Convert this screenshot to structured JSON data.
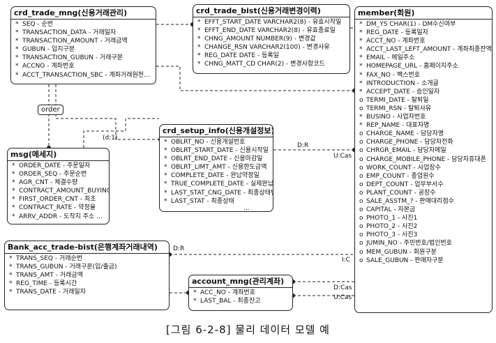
{
  "entities": {
    "crd_trade_mng": {
      "title": "crd_trade_mng(신용거래관리)",
      "attributes": [
        {
          "mark": "*",
          "text": "SEQ - 순번"
        },
        {
          "mark": "*",
          "text": "TRANSACTION_DATA - 거래일자"
        },
        {
          "mark": "*",
          "text": "TRANSACTION_AMOUNT - 거래금액"
        },
        {
          "mark": "*",
          "text": "GUBUN - 입지구분"
        },
        {
          "mark": "*",
          "text": "TRANSACTION_GUBUN - 거래구분"
        },
        {
          "mark": "*",
          "text": "ACCNO - 계좌번호"
        },
        {
          "mark": "*",
          "text": "ACCT_TRANSACTION_SBC - 계좌거래원천..."
        }
      ]
    },
    "crd_trade_bist": {
      "title": "crd_trade_bist(신용거래변경이력)",
      "attributes": [
        {
          "mark": "*",
          "text": "EFFT_START_DATE VARCHAR2(8) - 유효시작일"
        },
        {
          "mark": "*",
          "text": "EFFT_END_DATE VARCHAR2(8) - 유효종료일"
        },
        {
          "mark": "*",
          "text": "CHNG_AMOUNT NUMBER(9) - 변경값"
        },
        {
          "mark": "*",
          "text": "CHANGE_RSN VARCHAR2(100) - 변경사유"
        },
        {
          "mark": "*",
          "text": "REG_DATE DATE - 등록일"
        },
        {
          "mark": "*",
          "text": "CHNG_MATT_CD CHAR(2) - 변경사항코드"
        }
      ]
    },
    "member": {
      "title": "member(회원)",
      "attributes": [
        {
          "mark": "*",
          "text": "DM_YS CHAR(1) - DM수신여부"
        },
        {
          "mark": "*",
          "text": "REG_DATE - 등록일자"
        },
        {
          "mark": "*",
          "text": "ACCT_NO - 계좌번호"
        },
        {
          "mark": "*",
          "text": "ACCT_LAST_LEFT_AMOUNT - 계좌최종잔액"
        },
        {
          "mark": "*",
          "text": "EMAIL - 메일주소"
        },
        {
          "mark": "*",
          "text": "HOMEPAGE_URL - 홈페이지주소"
        },
        {
          "mark": "*",
          "text": "FAX_NO - 팩스번호"
        },
        {
          "mark": "*",
          "text": "INTRODUCTION - 소개글"
        },
        {
          "mark": "*",
          "text": "ACCEPT_DATE - 승인일자"
        },
        {
          "mark": "o",
          "text": "TERMI_DATE - 탈퇴일"
        },
        {
          "mark": "o",
          "text": "TERMI_RSN - 탈퇴사유"
        },
        {
          "mark": "*",
          "text": "BUSINO - 사업자번호"
        },
        {
          "mark": "*",
          "text": "REP_NAME - 대표자명"
        },
        {
          "mark": "o",
          "text": "CHARGE_NAME - 담당자명"
        },
        {
          "mark": "o",
          "text": "CHARGE_PHONE - 담당자전화"
        },
        {
          "mark": "o",
          "text": "CHRGR_EMAIL - 담당자메일"
        },
        {
          "mark": "o",
          "text": "CHARGE_MOBILE_PHONE - 담당자휴대폰"
        },
        {
          "mark": "o",
          "text": "WORK_COUNT - 사업장수"
        },
        {
          "mark": "o",
          "text": "EMP_COUNT - 종업원수"
        },
        {
          "mark": "o",
          "text": "DEPT_COUNT - 업무부서수"
        },
        {
          "mark": "o",
          "text": "PLANT_COUNT - 공장수"
        },
        {
          "mark": "o",
          "text": "SALE_ASSTM_? - 판매대리점수"
        },
        {
          "mark": "o",
          "text": "CAPITAL - 자본금"
        },
        {
          "mark": "o",
          "text": "PHOTO_1 - 사진1"
        },
        {
          "mark": "o",
          "text": "PHOTO_2 - 사진2"
        },
        {
          "mark": "o",
          "text": "PHOTO_3 - 사진3"
        },
        {
          "mark": "o",
          "text": "JUMIN_NO - 주민번호/법인번호"
        },
        {
          "mark": "o",
          "text": "MEM_GUBUN - 회원구분"
        },
        {
          "mark": "o",
          "text": "SALE_GUBUN - 판매자구분"
        }
      ]
    },
    "crd_setup_info": {
      "title": "crd_setup_info(신용개설정보)",
      "attributes": [
        {
          "mark": "*",
          "text": "OBLRT_NO - 신용개설번호"
        },
        {
          "mark": "*",
          "text": "OBLRT_START_DATE - 신용시작일"
        },
        {
          "mark": "*",
          "text": "OBLRT_END_DATE - 신용마감일"
        },
        {
          "mark": "*",
          "text": "OBLRT_LIMT_AMT - 신용한도금액"
        },
        {
          "mark": "*",
          "text": "COMPLETE_DATE - 완납약정일"
        },
        {
          "mark": "*",
          "text": "TRUE_COMPLETE_DATE - 실제완납일"
        },
        {
          "mark": "*",
          "text": "LAST_STAT_CNG_DATE - 최종상태변경일"
        },
        {
          "mark": "*",
          "text": "LAST_STAT - 최종상태"
        }
      ],
      "more": "..."
    },
    "msg": {
      "title": "msg(메세지)",
      "attributes": [
        {
          "mark": "*",
          "text": "ORDER_DATE - 주문일자"
        },
        {
          "mark": "*",
          "text": "ORDER_SEQ - 주문순번"
        },
        {
          "mark": "*",
          "text": "AGR_CNT - 체결수량"
        },
        {
          "mark": "*",
          "text": "CONTRACT_AMOUNT_BUYING"
        },
        {
          "mark": "*",
          "text": "FIRST_ORDER_CNT - 최초"
        },
        {
          "mark": "*",
          "text": "CONTRACT_RATE - 약정율"
        },
        {
          "mark": "*",
          "text": "ARRV_ADDR - 도착지 주소 ..."
        }
      ]
    },
    "bank_acc_trade_bist": {
      "title": "Bank_acc_trade-bist(은행계좌거래내역)",
      "attributes": [
        {
          "mark": "*",
          "text": "TRANS_SEQ - 거래순번"
        },
        {
          "mark": "*",
          "text": "TRANS_GUBUN - 거래구분(입/출금)"
        },
        {
          "mark": "*",
          "text": "TRANS_AMT - 거래금액"
        },
        {
          "mark": "*",
          "text": "REG_TIME - 등록시간"
        },
        {
          "mark": "*",
          "text": "TRANS_DATE - 거래일자"
        }
      ]
    },
    "account_mng": {
      "title": "account_mng(관리계좌)",
      "attributes": [
        {
          "mark": "*",
          "text": "ACC_NO - 계좌번호"
        },
        {
          "mark": "*",
          "text": "LAST_BAL - 최종잔고"
        }
      ]
    }
  },
  "relationships": {
    "order_label": "order",
    "d1": "(d:1)",
    "setup_dr": "D:R",
    "setup_ucas": "U:Cas",
    "bank_dr": "D:R",
    "bank_ic": "I:C",
    "acc_dcas": "D:Cas",
    "acc_ucas": "U:Cas"
  },
  "caption": "[그림 6-2-8] 물리 데이터 모델 예"
}
